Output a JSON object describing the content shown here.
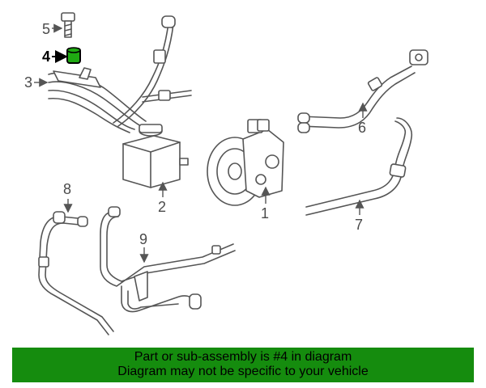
{
  "callouts": {
    "c1": "1",
    "c2": "2",
    "c3": "3",
    "c4": "4",
    "c5": "5",
    "c6": "6",
    "c7": "7",
    "c8": "8",
    "c9": "9"
  },
  "highlight_color": "#1faa12",
  "banner": {
    "line1": "Part or sub-assembly is #4 in diagram",
    "line2": "Diagram may not be specific to your vehicle",
    "background": "#158c0e"
  }
}
